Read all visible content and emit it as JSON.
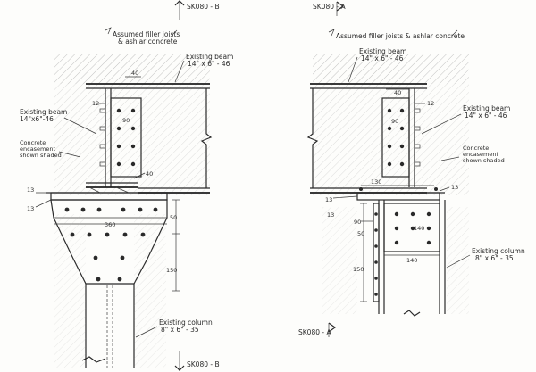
{
  "left_view": {
    "section_top": "SK080 - B",
    "section_bottom": "SK080 - B",
    "note_filler": [
      "Assumed filler joists",
      "& ashlar concrete"
    ],
    "beam_top": [
      "Existing beam",
      "14\" x 6\" - 46"
    ],
    "beam_left": [
      "Existing beam",
      "14\"x6\"-46"
    ],
    "concrete": [
      "Concrete",
      "encasement",
      "shown shaded"
    ],
    "column": [
      "Existing column",
      "8\" x 6\" - 35"
    ],
    "dims": {
      "d40_top": "40",
      "d12": "12",
      "d90": "90",
      "d40_low": "40",
      "d13_a": "13",
      "d13_b": "13",
      "d360": "360",
      "d50": "50",
      "d150": "150"
    }
  },
  "right_view": {
    "section_top": "SK080 - A",
    "section_bottom": "SK080 - A",
    "note_filler": [
      "Assumed filler joists & ashlar concrete"
    ],
    "beam_top": [
      "Existing beam",
      "14\" x 6\" - 46"
    ],
    "beam_right": [
      "Existing beam",
      "14\" x 6\" - 46"
    ],
    "concrete": [
      "Concrete",
      "encasement",
      "shown shaded"
    ],
    "column": [
      "Existing column",
      "8\" x 6\" - 35"
    ],
    "dims": {
      "d40": "40",
      "d12": "12",
      "d90": "90",
      "d130": "130",
      "d13_right": "13",
      "d13_left": "13",
      "d13_low": "13",
      "d90_side": "90",
      "d50": "50",
      "d140_v": "140",
      "d140_h": "140",
      "d150": "150"
    }
  }
}
